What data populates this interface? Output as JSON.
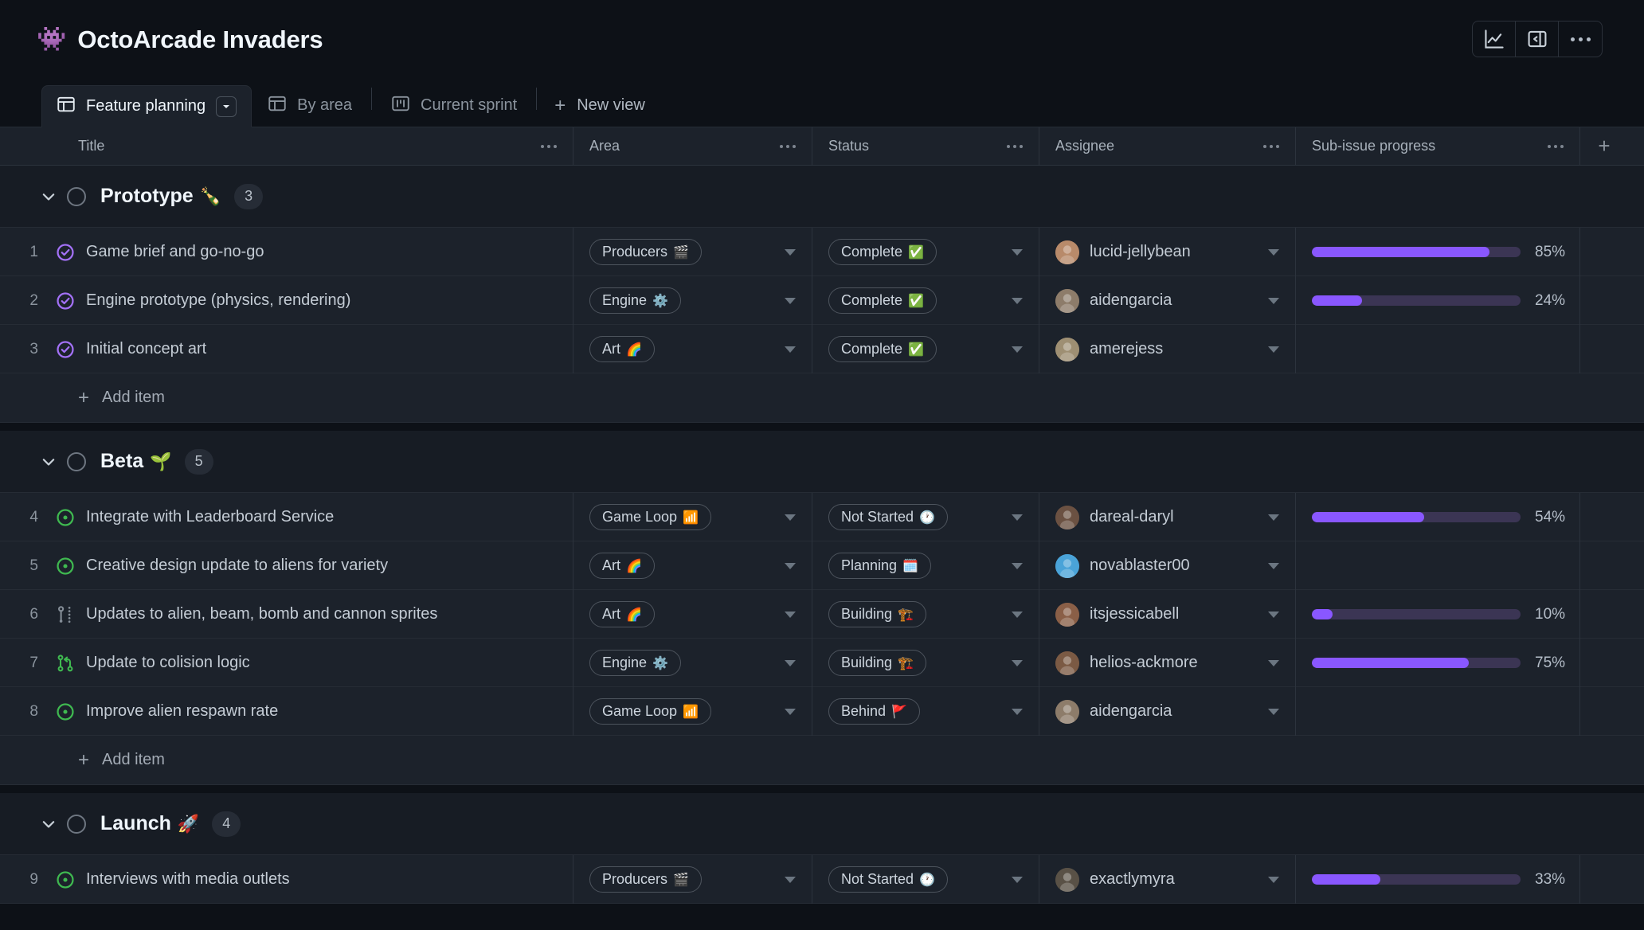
{
  "header": {
    "project_emoji": "👾",
    "project_title": "OctoArcade Invaders",
    "actions": [
      {
        "name": "insights-icon",
        "label": "Insights"
      },
      {
        "name": "side-panel-icon",
        "label": "Toggle side panel"
      },
      {
        "name": "overflow-menu-icon",
        "label": "More options"
      }
    ]
  },
  "tabs": {
    "items": [
      {
        "label": "Feature planning",
        "icon": "table-icon",
        "active": true,
        "has_chevron": true
      },
      {
        "label": "By area",
        "icon": "table-icon",
        "active": false
      },
      {
        "label": "Current sprint",
        "icon": "board-icon",
        "active": false
      }
    ],
    "new_view_label": "New view"
  },
  "columns": [
    {
      "key": "title",
      "label": "Title"
    },
    {
      "key": "area",
      "label": "Area"
    },
    {
      "key": "status",
      "label": "Status"
    },
    {
      "key": "assignee",
      "label": "Assignee"
    },
    {
      "key": "progress",
      "label": "Sub-issue progress"
    }
  ],
  "add_item_label": "Add item",
  "colors": {
    "accent_progress": "#8957ff",
    "progress_track": "#3b3554",
    "row_bg": "#1c222b",
    "page_bg": "#0d1117",
    "closed_issue": "#a371f7",
    "open_issue": "#3fb950",
    "draft_issue": "#848d97"
  },
  "groups": [
    {
      "name": "Prototype",
      "emoji": "🍾",
      "count": "3",
      "rows": [
        {
          "num": "1",
          "icon": "issue-closed-icon",
          "title": "Game brief and go-no-go",
          "area": "Producers",
          "area_emoji": "🎬",
          "status": "Complete",
          "status_emoji": "✅",
          "assignee": "lucid-jellybean",
          "avatar_color": "#b88a6a",
          "progress": 85,
          "progress_label": "85%"
        },
        {
          "num": "2",
          "icon": "issue-closed-icon",
          "title": "Engine prototype (physics, rendering)",
          "area": "Engine",
          "area_emoji": "⚙️",
          "status": "Complete",
          "status_emoji": "✅",
          "assignee": "aidengarcia",
          "avatar_color": "#8d7c6a",
          "progress": 24,
          "progress_label": "24%"
        },
        {
          "num": "3",
          "icon": "issue-closed-icon",
          "title": "Initial concept art",
          "area": "Art",
          "area_emoji": "🌈",
          "status": "Complete",
          "status_emoji": "✅",
          "assignee": "amerejess",
          "avatar_color": "#9e8f73",
          "progress": null,
          "progress_label": ""
        }
      ]
    },
    {
      "name": "Beta",
      "emoji": "🌱",
      "count": "5",
      "rows": [
        {
          "num": "4",
          "icon": "issue-open-icon",
          "title": "Integrate with Leaderboard Service",
          "area": "Game Loop",
          "area_emoji": "📶",
          "status": "Not Started",
          "status_emoji": "🕐",
          "assignee": "dareal-daryl",
          "avatar_color": "#6b5142",
          "progress": 54,
          "progress_label": "54%"
        },
        {
          "num": "5",
          "icon": "issue-open-icon",
          "title": "Creative design update to aliens for variety",
          "area": "Art",
          "area_emoji": "🌈",
          "status": "Planning",
          "status_emoji": "🗓️",
          "assignee": "novablaster00",
          "avatar_color": "#4aa3d8",
          "progress": null,
          "progress_label": ""
        },
        {
          "num": "6",
          "icon": "draft-issue-icon",
          "title": "Updates to alien, beam, bomb and cannon sprites",
          "area": "Art",
          "area_emoji": "🌈",
          "status": "Building",
          "status_emoji": "🏗️",
          "assignee": "itsjessicabell",
          "avatar_color": "#8a5f47",
          "progress": 10,
          "progress_label": "10%"
        },
        {
          "num": "7",
          "icon": "pull-request-icon",
          "title": "Update to colision logic",
          "area": "Engine",
          "area_emoji": "⚙️",
          "status": "Building",
          "status_emoji": "🏗️",
          "assignee": "helios-ackmore",
          "avatar_color": "#7b5a44",
          "progress": 75,
          "progress_label": "75%"
        },
        {
          "num": "8",
          "icon": "issue-open-icon",
          "title": "Improve alien respawn rate",
          "area": "Game Loop",
          "area_emoji": "📶",
          "status": "Behind",
          "status_emoji": "🚩",
          "assignee": "aidengarcia",
          "avatar_color": "#8d7c6a",
          "progress": null,
          "progress_label": ""
        }
      ]
    },
    {
      "name": "Launch",
      "emoji": "🚀",
      "count": "4",
      "rows": [
        {
          "num": "9",
          "icon": "issue-open-icon",
          "title": "Interviews with media outlets",
          "area": "Producers",
          "area_emoji": "🎬",
          "status": "Not Started",
          "status_emoji": "🕐",
          "assignee": "exactlymyra",
          "avatar_color": "#595146",
          "progress": 33,
          "progress_label": "33%"
        }
      ]
    }
  ]
}
